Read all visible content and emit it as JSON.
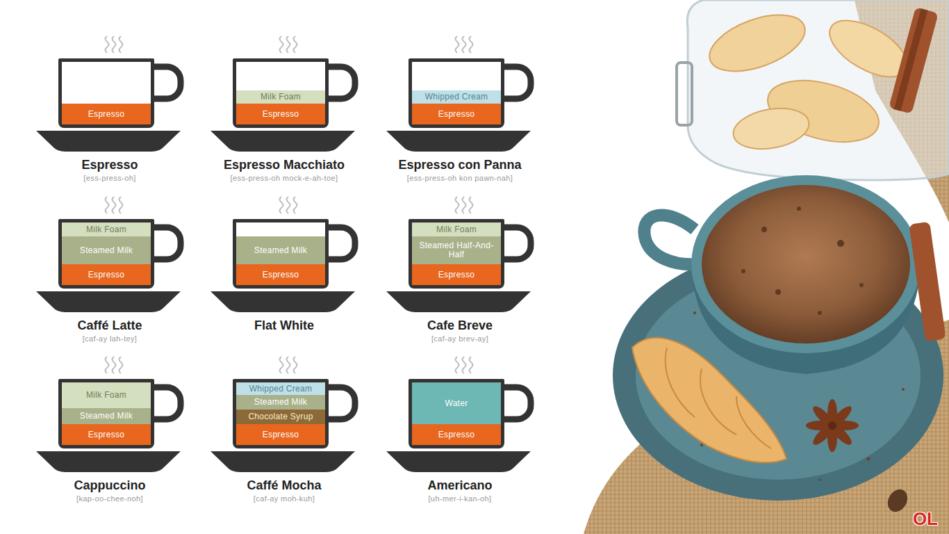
{
  "diagram": {
    "nodes": [
      {
        "text": [
          "Espresso",
          "[ess-press-oh]"
        ]
      },
      {
        "text": [
          "Espresso"
        ],
        "in": 0
      },
      {
        "text": [
          "Espresso Macchiato",
          "[ess-press-oh mock-e-ah-toe]"
        ]
      },
      {
        "text": [
          "Milk Foam"
        ],
        "in": 2
      },
      {
        "text": [
          "Espresso"
        ],
        "in": 2
      },
      {
        "text": [
          "Espresso con Panna",
          "[ess-press-oh kon pawn-nah]"
        ]
      },
      {
        "text": [
          "Whipped Cream"
        ],
        "in": 5
      },
      {
        "text": [
          "Espresso"
        ],
        "in": 5
      },
      {
        "text": [
          "Caffé Latte",
          "[caf-ay lah-tey]"
        ]
      },
      {
        "text": [
          "Milk Foam"
        ],
        "in": 8
      },
      {
        "text": [
          "Steamed Milk"
        ],
        "in": 8
      },
      {
        "text": [
          "Espresso"
        ],
        "in": 8
      },
      {
        "text": [
          "Flat White"
        ]
      },
      {
        "text": [
          "Steamed Milk"
        ],
        "in": 12
      },
      {
        "text": [
          "Espresso"
        ],
        "in": 12
      },
      {
        "text": [
          "Cafe Breve",
          "[caf-ay brev-ay]"
        ]
      },
      {
        "text": [
          "Milk Foam"
        ],
        "in": 15
      },
      {
        "text": [
          "Steamed Half-And-Half"
        ],
        "in": 15
      },
      {
        "text": [
          "Espresso"
        ],
        "in": 15
      },
      {
        "text": [
          "Cappuccino",
          "[kap-oo-chee-noh]"
        ]
      },
      {
        "text": [
          "Milk Foam"
        ],
        "in": 19
      },
      {
        "text": [
          "Steamed Milk"
        ],
        "in": 19
      },
      {
        "text": [
          "Espresso"
        ],
        "in": 19
      },
      {
        "text": [
          "Caffé Mocha",
          "[caf-ay moh-kuh]"
        ]
      },
      {
        "text": [
          "Whipped Cream"
        ],
        "in": 23
      },
      {
        "text": [
          "Steamed Milk"
        ],
        "in": 23
      },
      {
        "text": [
          "Chocolate Syrup"
        ],
        "in": 23
      },
      {
        "text": [
          "Espresso"
        ],
        "in": 23
      },
      {
        "text": [
          "Americano",
          "[uh-mer-i-kan-oh]"
        ]
      },
      {
        "text": [
          "Water"
        ],
        "in": 28
      },
      {
        "text": [
          "Espresso"
        ],
        "in": 28
      }
    ],
    "labels": [
      "OL"
    ]
  }
}
